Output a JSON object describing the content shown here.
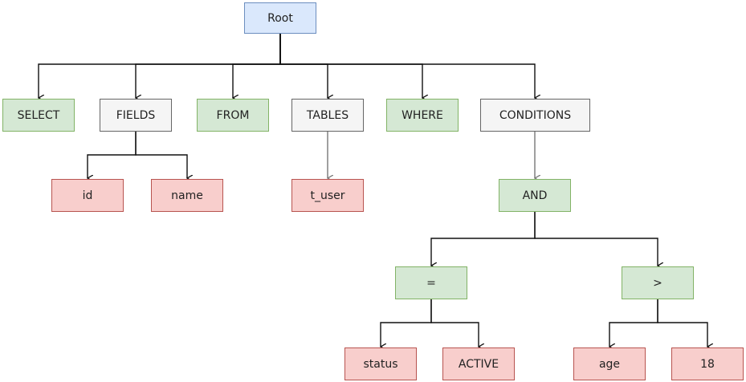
{
  "colors": {
    "root": {
      "fill": "#dae8fc",
      "stroke": "#6c8ebf"
    },
    "keyword": {
      "fill": "#d5e8d4",
      "stroke": "#82b366"
    },
    "group": {
      "fill": "#f5f5f5",
      "stroke": "#666666"
    },
    "value": {
      "fill": "#f8cecc",
      "stroke": "#b85450"
    }
  },
  "nodes": {
    "root": {
      "label": "Root",
      "style": "root"
    },
    "select": {
      "label": "SELECT",
      "style": "keyword"
    },
    "fields": {
      "label": "FIELDS",
      "style": "group"
    },
    "from": {
      "label": "FROM",
      "style": "keyword"
    },
    "tables": {
      "label": "TABLES",
      "style": "group"
    },
    "where": {
      "label": "WHERE",
      "style": "keyword"
    },
    "conditions": {
      "label": "CONDITIONS",
      "style": "group"
    },
    "id": {
      "label": "id",
      "style": "value"
    },
    "name": {
      "label": "name",
      "style": "value"
    },
    "t_user": {
      "label": "t_user",
      "style": "value"
    },
    "and": {
      "label": "AND",
      "style": "keyword"
    },
    "eq": {
      "label": "=",
      "style": "keyword"
    },
    "gt": {
      "label": ">",
      "style": "keyword"
    },
    "status": {
      "label": "status",
      "style": "value"
    },
    "active": {
      "label": "ACTIVE",
      "style": "value"
    },
    "age": {
      "label": "age",
      "style": "value"
    },
    "eighteen": {
      "label": "18",
      "style": "value"
    }
  },
  "edges": [
    [
      "root",
      "select"
    ],
    [
      "root",
      "fields"
    ],
    [
      "root",
      "from"
    ],
    [
      "root",
      "tables"
    ],
    [
      "root",
      "where"
    ],
    [
      "root",
      "conditions"
    ],
    [
      "fields",
      "id"
    ],
    [
      "fields",
      "name"
    ],
    [
      "tables",
      "t_user"
    ],
    [
      "conditions",
      "and"
    ],
    [
      "and",
      "eq"
    ],
    [
      "and",
      "gt"
    ],
    [
      "eq",
      "status"
    ],
    [
      "eq",
      "active"
    ],
    [
      "gt",
      "age"
    ],
    [
      "gt",
      "eighteen"
    ]
  ]
}
